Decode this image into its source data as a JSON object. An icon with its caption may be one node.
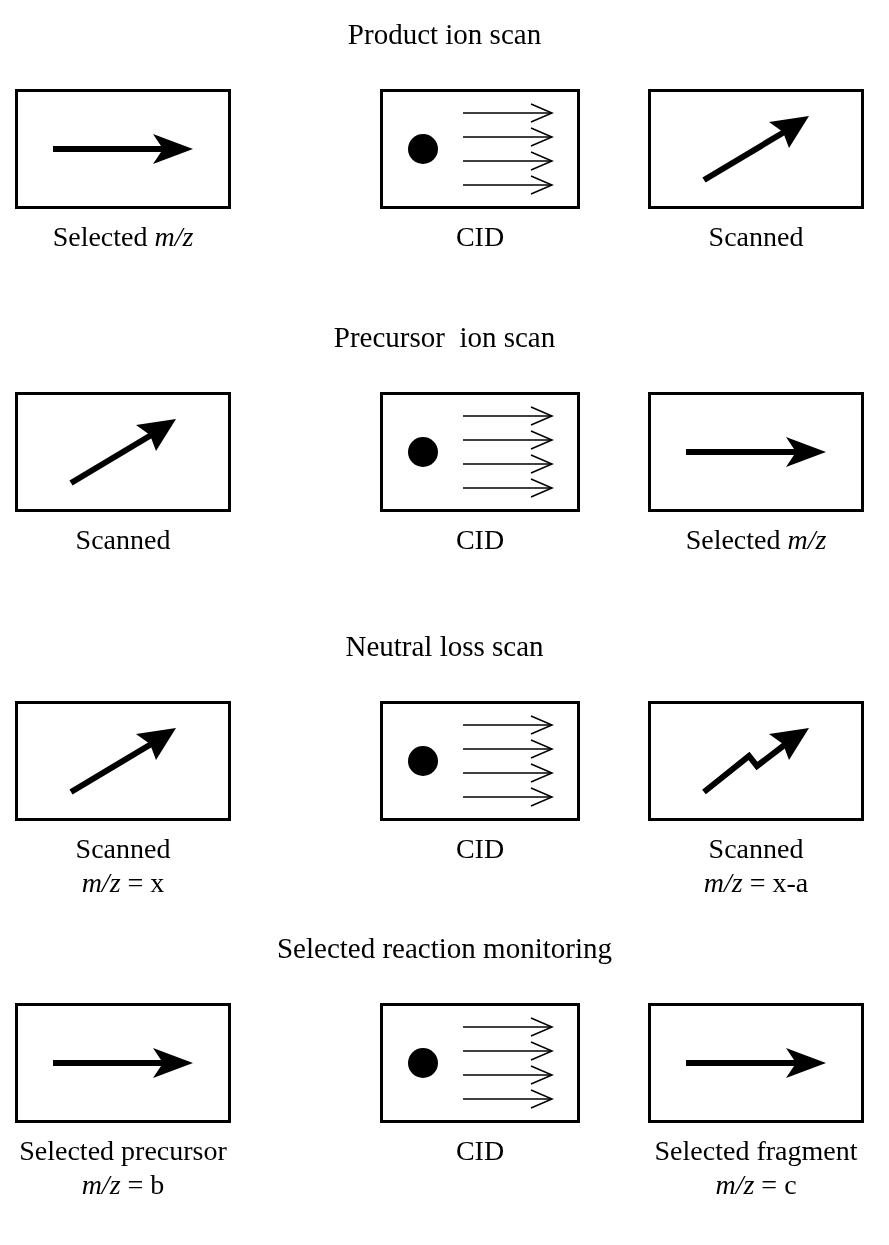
{
  "diagram": {
    "nodes": [
      {
        "text": [],
        "shape": "box",
        "beside": [
          "Selected *m/z*"
        ]
      },
      {
        "text": [],
        "shape": "box",
        "beside": [
          "CID"
        ]
      },
      {
        "text": [],
        "shape": "box",
        "beside": [
          "Scanned"
        ]
      },
      {
        "text": [],
        "shape": "box",
        "beside": [
          "Scanned"
        ]
      },
      {
        "text": [],
        "shape": "box",
        "beside": [
          "CID"
        ]
      },
      {
        "text": [],
        "shape": "box",
        "beside": [
          "Selected *m/z*"
        ]
      },
      {
        "text": [],
        "shape": "box",
        "beside": [
          "Scanned",
          "*m/z* = x"
        ]
      },
      {
        "text": [],
        "shape": "box",
        "beside": [
          "CID"
        ]
      },
      {
        "text": [],
        "shape": "box",
        "beside": [
          "Scanned",
          "*m/z* = x-a"
        ]
      },
      {
        "text": [],
        "shape": "box",
        "beside": [
          "Selected precursor",
          "*m/z* = b"
        ]
      },
      {
        "text": [],
        "shape": "box",
        "beside": [
          "CID"
        ]
      },
      {
        "text": [],
        "shape": "box",
        "beside": [
          "Selected fragment",
          "*m/z* = c"
        ]
      }
    ],
    "labels": [
      "Product ion scan",
      "Precursor  ion scan",
      "Neutral loss scan",
      "Selected reaction monitoring"
    ]
  }
}
